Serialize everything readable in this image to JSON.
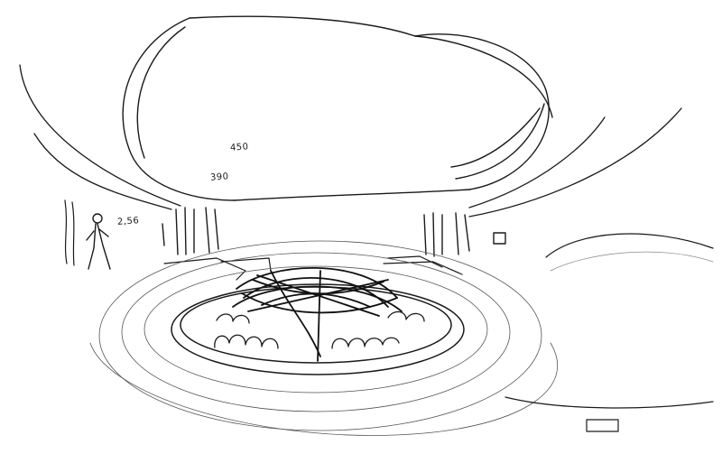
{
  "sketch": {
    "stroke_color": "#1a1a1a",
    "background_color": "#ffffff",
    "annotations": {
      "height_upper": "450",
      "height_lower": "390",
      "figure_height": "2,56"
    }
  }
}
